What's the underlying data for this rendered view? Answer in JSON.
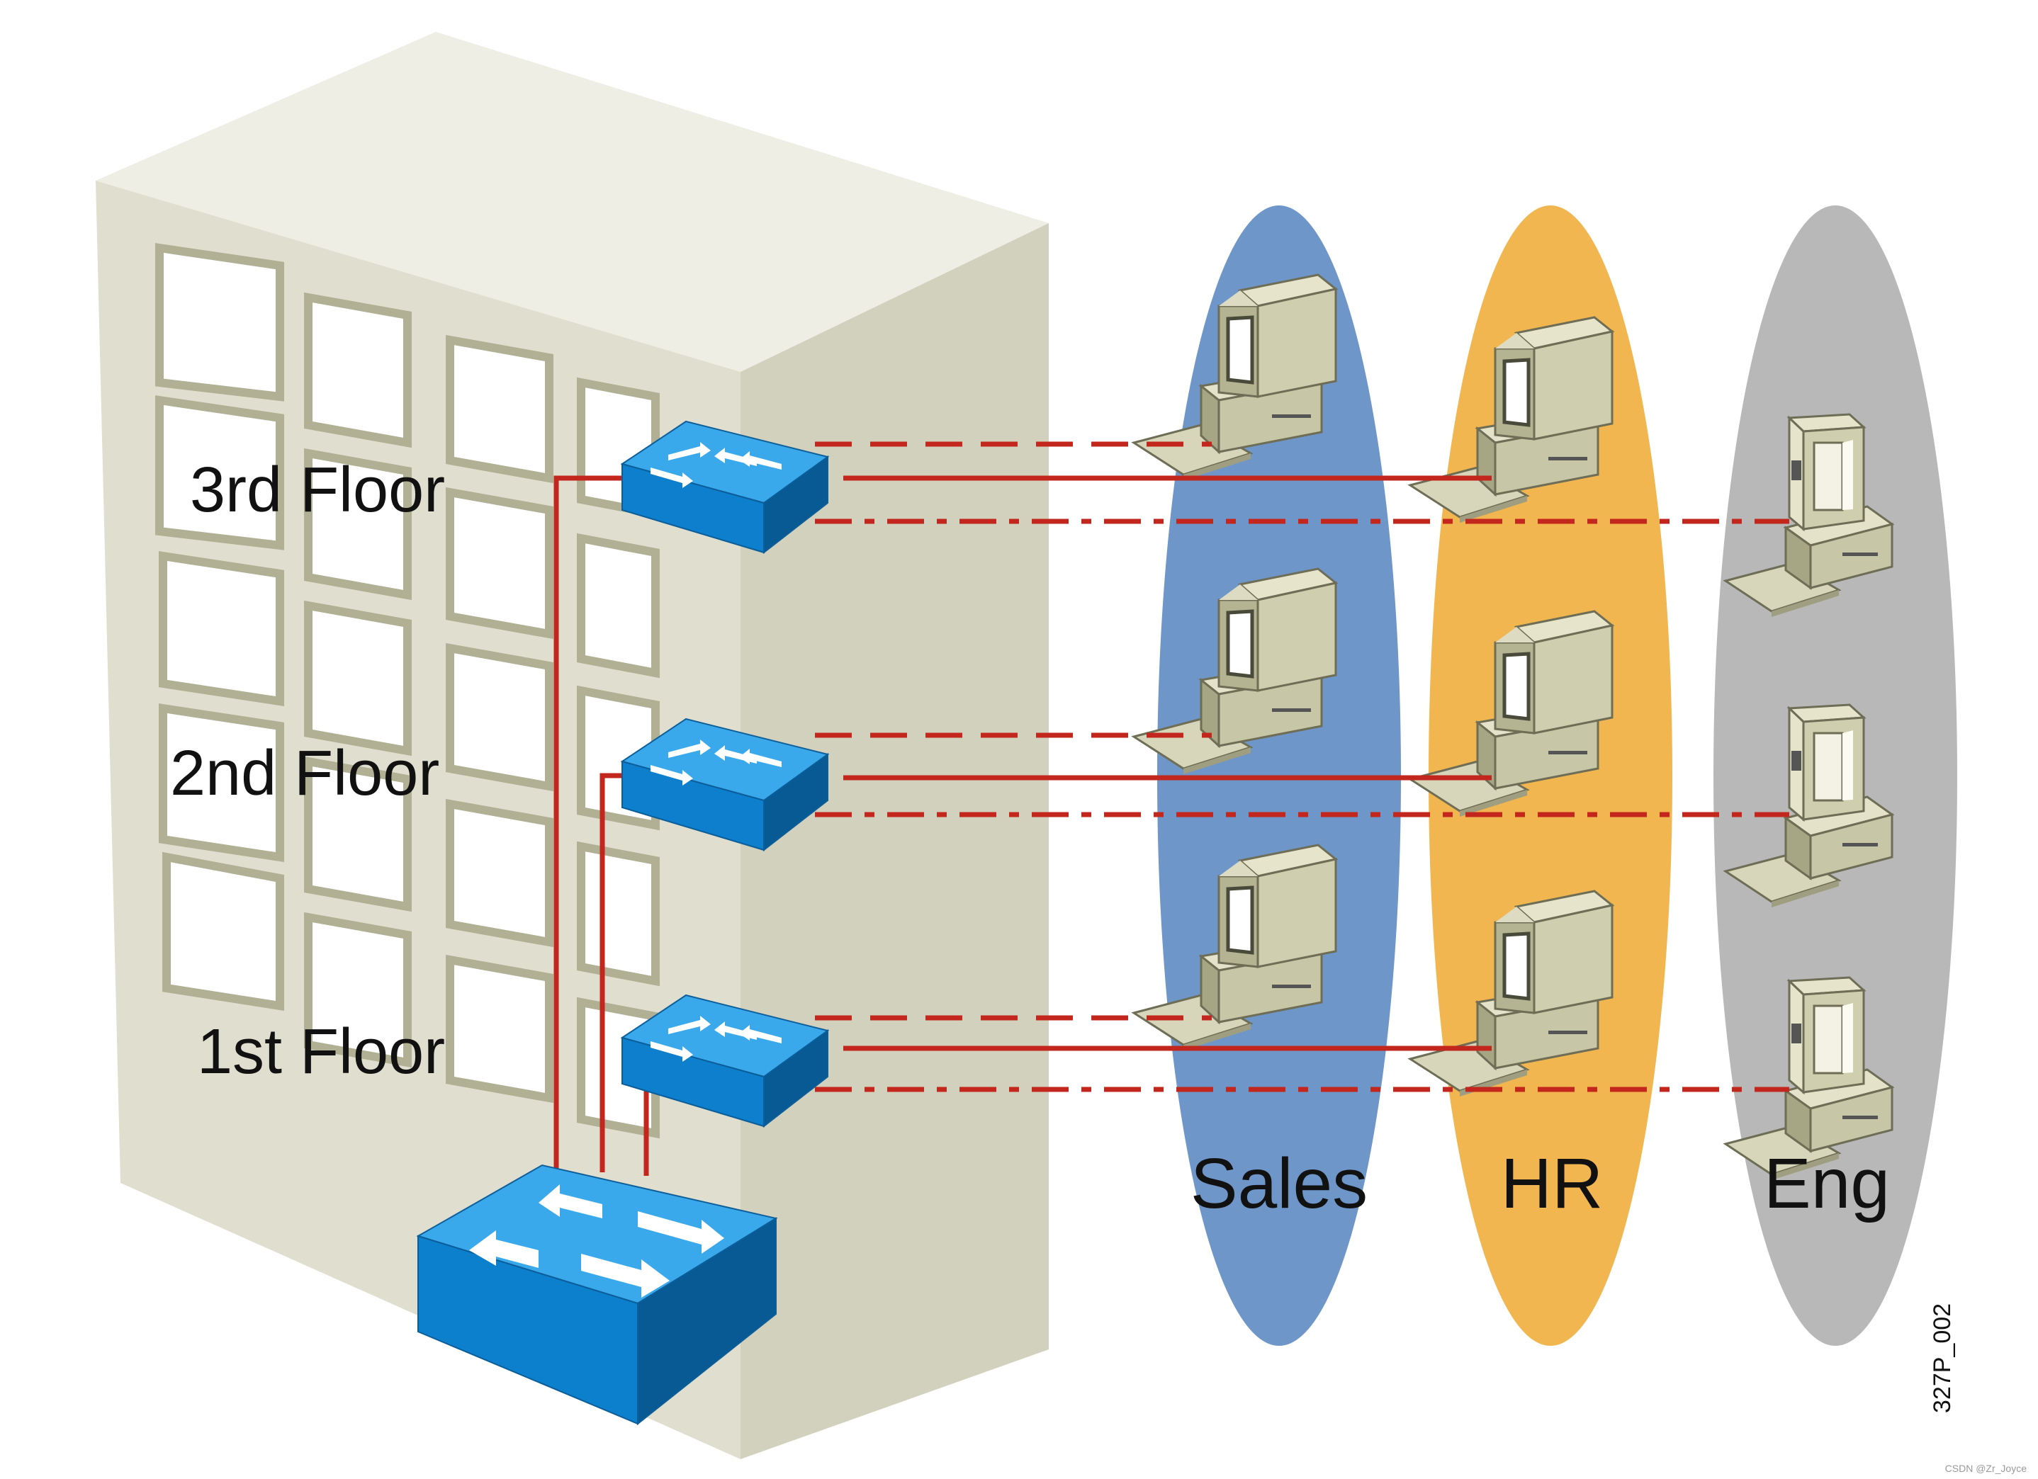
{
  "floors": [
    {
      "label": "3rd Floor"
    },
    {
      "label": "2nd Floor"
    },
    {
      "label": "1st Floor"
    }
  ],
  "vlans": [
    {
      "name": "Sales",
      "color": "#6f96c8",
      "computer_style": "crt"
    },
    {
      "name": "HR",
      "color": "#f1b64f",
      "computer_style": "crt"
    },
    {
      "name": "Eng",
      "color": "#b8b8b8",
      "computer_style": "workstation"
    }
  ],
  "link_color": "#c2261c",
  "switch_color": "#1a8ed8",
  "figure_id": "327P_002",
  "watermark": "CSDN @Zr_Joyce"
}
